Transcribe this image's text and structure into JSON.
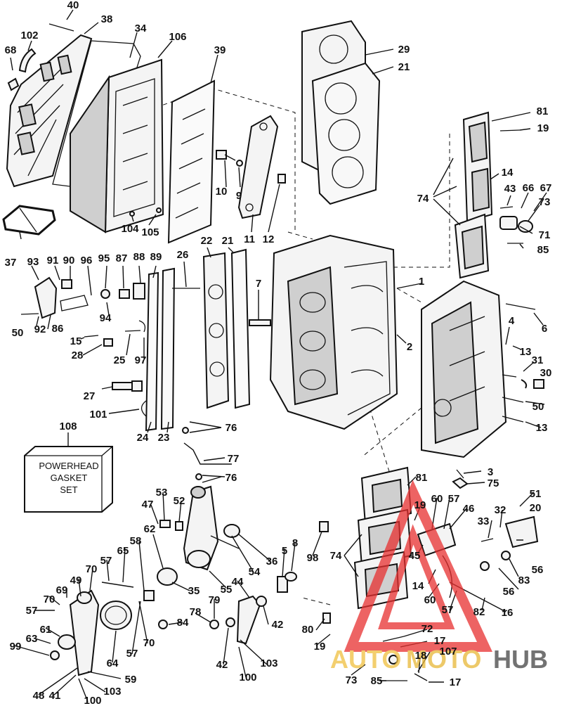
{
  "gasket_set": {
    "callout": "108",
    "line1": "POWERHEAD",
    "line2": "GASKET",
    "line3": "SET"
  },
  "watermark": {
    "part1": "AUTO",
    "part2": "MOTO",
    "part3": "HUB",
    "colors": {
      "auto": "#f0c040",
      "moto": "#e8b838",
      "hub": "#444444",
      "triangle": "#e83030"
    }
  },
  "callouts": [
    {
      "label": "40"
    },
    {
      "label": "38"
    },
    {
      "label": "102"
    },
    {
      "label": "68"
    },
    {
      "label": "34"
    },
    {
      "label": "106"
    },
    {
      "label": "39"
    },
    {
      "label": "29"
    },
    {
      "label": "21"
    },
    {
      "label": "81"
    },
    {
      "label": "19"
    },
    {
      "label": "14"
    },
    {
      "label": "74"
    },
    {
      "label": "43"
    },
    {
      "label": "66"
    },
    {
      "label": "67"
    },
    {
      "label": "73"
    },
    {
      "label": "71"
    },
    {
      "label": "85"
    },
    {
      "label": "10"
    },
    {
      "label": "9"
    },
    {
      "label": "11"
    },
    {
      "label": "12"
    },
    {
      "label": "104"
    },
    {
      "label": "105"
    },
    {
      "label": "37"
    },
    {
      "label": "93"
    },
    {
      "label": "91"
    },
    {
      "label": "90"
    },
    {
      "label": "96"
    },
    {
      "label": "95"
    },
    {
      "label": "87"
    },
    {
      "label": "88"
    },
    {
      "label": "89"
    },
    {
      "label": "26"
    },
    {
      "label": "22"
    },
    {
      "label": "21"
    },
    {
      "label": "7"
    },
    {
      "label": "1"
    },
    {
      "label": "6"
    },
    {
      "label": "4"
    },
    {
      "label": "2"
    },
    {
      "label": "13"
    },
    {
      "label": "31"
    },
    {
      "label": "30"
    },
    {
      "label": "50"
    },
    {
      "label": "13"
    },
    {
      "label": "50"
    },
    {
      "label": "92"
    },
    {
      "label": "86"
    },
    {
      "label": "94"
    },
    {
      "label": "15"
    },
    {
      "label": "28"
    },
    {
      "label": "25"
    },
    {
      "label": "97"
    },
    {
      "label": "27"
    },
    {
      "label": "101"
    },
    {
      "label": "24"
    },
    {
      "label": "23"
    },
    {
      "label": "76"
    },
    {
      "label": "77"
    },
    {
      "label": "76"
    },
    {
      "label": "3"
    },
    {
      "label": "75"
    },
    {
      "label": "81"
    },
    {
      "label": "51"
    },
    {
      "label": "20"
    },
    {
      "label": "19"
    },
    {
      "label": "60"
    },
    {
      "label": "57"
    },
    {
      "label": "46"
    },
    {
      "label": "32"
    },
    {
      "label": "33"
    },
    {
      "label": "53"
    },
    {
      "label": "47"
    },
    {
      "label": "52"
    },
    {
      "label": "62"
    },
    {
      "label": "58"
    },
    {
      "label": "65"
    },
    {
      "label": "57"
    },
    {
      "label": "70"
    },
    {
      "label": "49"
    },
    {
      "label": "69"
    },
    {
      "label": "70"
    },
    {
      "label": "57"
    },
    {
      "label": "61"
    },
    {
      "label": "63"
    },
    {
      "label": "99"
    },
    {
      "label": "48"
    },
    {
      "label": "41"
    },
    {
      "label": "100"
    },
    {
      "label": "103"
    },
    {
      "label": "59"
    },
    {
      "label": "64"
    },
    {
      "label": "57"
    },
    {
      "label": "70"
    },
    {
      "label": "35"
    },
    {
      "label": "36"
    },
    {
      "label": "54"
    },
    {
      "label": "55"
    },
    {
      "label": "44"
    },
    {
      "label": "5"
    },
    {
      "label": "8"
    },
    {
      "label": "98"
    },
    {
      "label": "78"
    },
    {
      "label": "79"
    },
    {
      "label": "84"
    },
    {
      "label": "42"
    },
    {
      "label": "42"
    },
    {
      "label": "103"
    },
    {
      "label": "100"
    },
    {
      "label": "74"
    },
    {
      "label": "45"
    },
    {
      "label": "14"
    },
    {
      "label": "60"
    },
    {
      "label": "57"
    },
    {
      "label": "82"
    },
    {
      "label": "16"
    },
    {
      "label": "83"
    },
    {
      "label": "56"
    },
    {
      "label": "56"
    },
    {
      "label": "80"
    },
    {
      "label": "19"
    },
    {
      "label": "72"
    },
    {
      "label": "17"
    },
    {
      "label": "107"
    },
    {
      "label": "18"
    },
    {
      "label": "73"
    },
    {
      "label": "85"
    },
    {
      "label": "17"
    }
  ]
}
